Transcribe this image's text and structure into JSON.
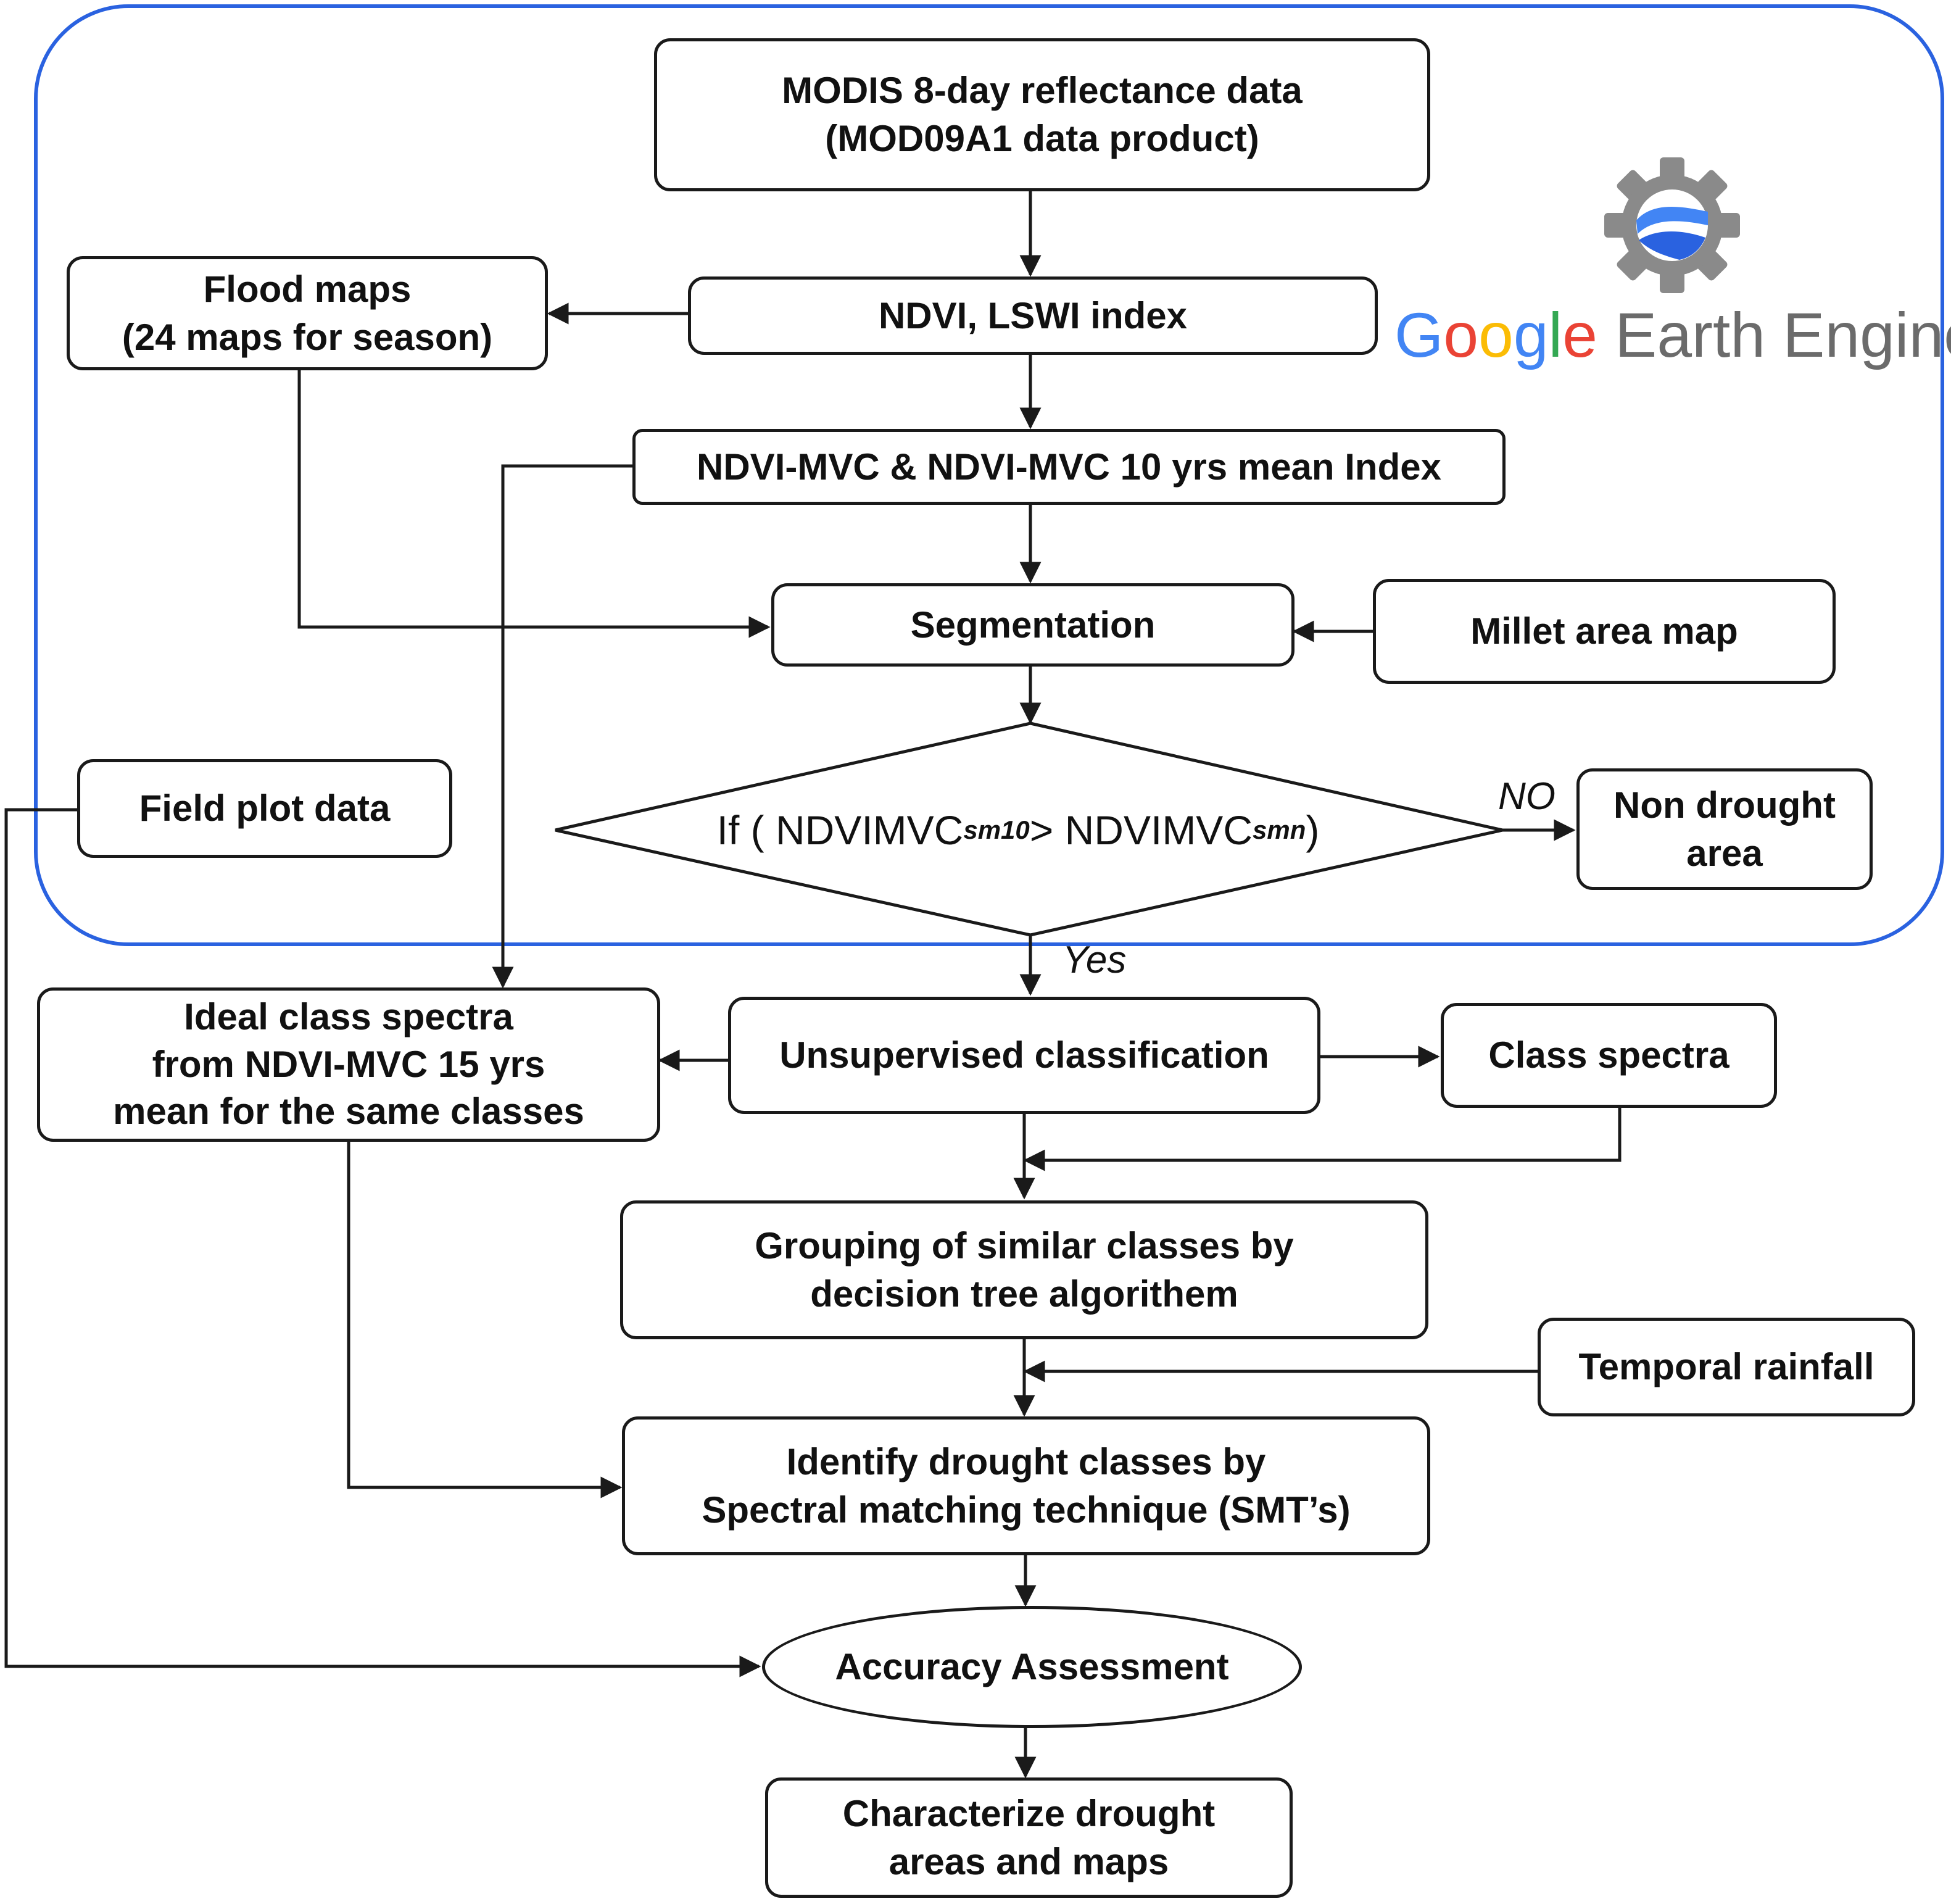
{
  "nodes": {
    "modis": [
      "MODIS 8-day reflectance data",
      "(MOD09A1 data product)"
    ],
    "ndvi_lswi": [
      "NDVI, LSWI  index"
    ],
    "flood_maps": [
      "Flood maps",
      "(24 maps for season)"
    ],
    "ndvi_mvc": [
      "NDVI-MVC & NDVI-MVC 10 yrs  mean Index"
    ],
    "segmentation": [
      "Segmentation"
    ],
    "millet": [
      "Millet area map"
    ],
    "field_plot": [
      "Field plot data"
    ],
    "non_drought": [
      "Non drought",
      "area"
    ],
    "ideal_class": [
      "Ideal class spectra",
      "from NDVI-MVC 15 yrs",
      "mean for the same classes"
    ],
    "unsupervised": [
      "Unsupervised classification"
    ],
    "class_spectra": [
      "Class spectra"
    ],
    "grouping": [
      "Grouping of similar classes by",
      "decision tree algorithem"
    ],
    "temporal": [
      "Temporal  rainfall"
    ],
    "identify": [
      "Identify drought classes by",
      "Spectral matching technique (SMT’s)"
    ],
    "accuracy": [
      "Accuracy Assessment"
    ],
    "characterize": [
      "Characterize drought",
      "areas and maps"
    ]
  },
  "decision": {
    "prefix": "If ( NDVIMVC",
    "sub1": "sm10",
    "middle": " > NDVIMVC",
    "sub2": "smn",
    "suffix": ")"
  },
  "edge_labels": {
    "no": "NO",
    "yes": "Yes"
  },
  "logo": {
    "brand_letters": [
      "G",
      "o",
      "o",
      "g",
      "l",
      "e"
    ],
    "product": " Earth Engine",
    "icon": "earth-engine-gear-icon"
  },
  "colors": {
    "boundary": "#2a62e0",
    "google_blue": "#4285F4",
    "google_red": "#EA4335",
    "google_yellow": "#FBBC05",
    "google_green": "#34A853",
    "gear_gray": "#8a8a8a",
    "text_gray": "#6b6b6b"
  }
}
